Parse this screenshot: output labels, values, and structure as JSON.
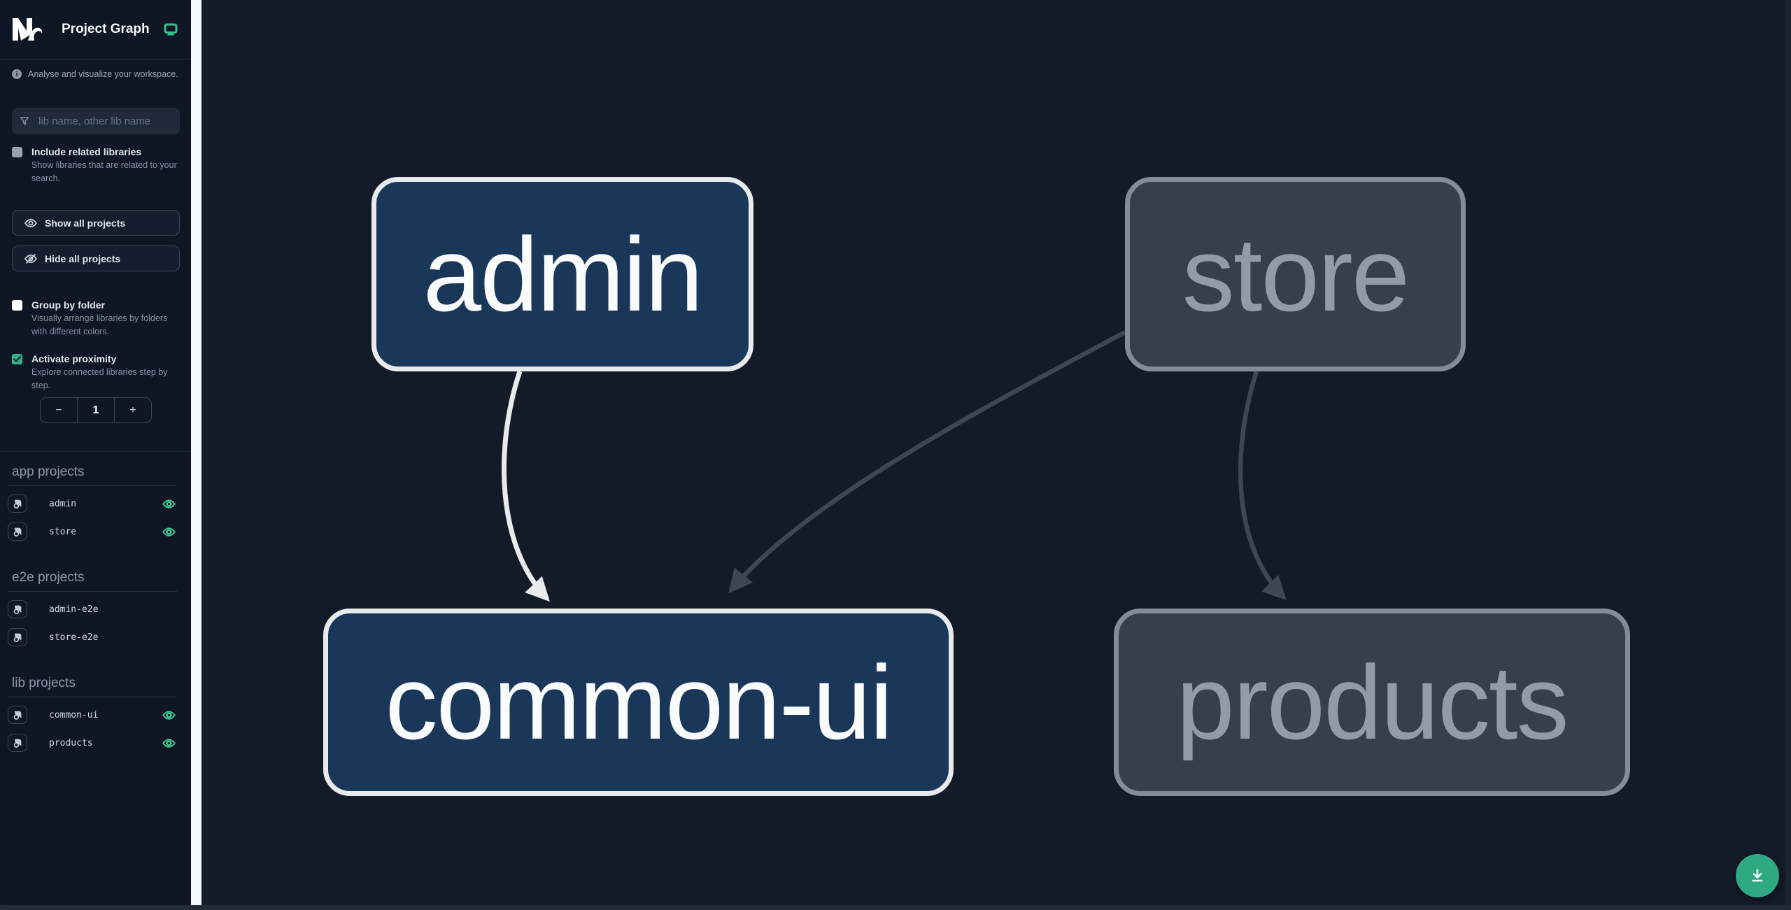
{
  "header": {
    "app_title": "Project Graph"
  },
  "sidebar": {
    "tagline": "Analyse and visualize your workspace.",
    "filter": {
      "placeholder": "lib name, other lib name"
    },
    "include_related": {
      "label": "Include related libraries",
      "description": "Show libraries that are related to your search.",
      "checked": false
    },
    "actions": {
      "show_all": "Show all projects",
      "hide_all": "Hide all projects"
    },
    "group_by_folder": {
      "label": "Group by folder",
      "description": "Visually arrange libraries by folders with different colors.",
      "checked": false
    },
    "proximity": {
      "label": "Activate proximity",
      "description": "Explore connected libraries step by step.",
      "checked": true,
      "depth": "1",
      "decrement": "−",
      "increment": "+"
    },
    "sections": [
      {
        "title": "app projects",
        "items": [
          {
            "name": "admin",
            "visible": true
          },
          {
            "name": "store",
            "visible": true
          }
        ]
      },
      {
        "title": "e2e projects",
        "items": [
          {
            "name": "admin-e2e",
            "visible": false
          },
          {
            "name": "store-e2e",
            "visible": false
          }
        ]
      },
      {
        "title": "lib projects",
        "items": [
          {
            "name": "common-ui",
            "visible": true
          },
          {
            "name": "products",
            "visible": true
          }
        ]
      }
    ]
  },
  "graph": {
    "nodes": [
      {
        "id": "admin",
        "label": "admin",
        "state": "focused"
      },
      {
        "id": "store",
        "label": "store",
        "state": "faded"
      },
      {
        "id": "common-ui",
        "label": "common-ui",
        "state": "focused"
      },
      {
        "id": "products",
        "label": "products",
        "state": "faded"
      }
    ],
    "edges": [
      {
        "from": "admin",
        "to": "common-ui",
        "state": "focused"
      },
      {
        "from": "store",
        "to": "common-ui",
        "state": "faded"
      },
      {
        "from": "store",
        "to": "products",
        "state": "faded"
      }
    ]
  },
  "fab": {
    "icon": "download-icon"
  },
  "colors": {
    "accent": "#3ec28f",
    "checkbox_checked": "#35b287",
    "fab": "#2fa983",
    "node_focused_fill": "#1a3759",
    "node_focused_border": "#e8eaec",
    "node_faded_fill": "#383e4b",
    "node_faded_border": "#868c97",
    "edge_focused": "#e8eaec",
    "edge_faded": "#3e4654",
    "sidebar_bg": "#101724",
    "canvas_bg": "#131a28"
  }
}
